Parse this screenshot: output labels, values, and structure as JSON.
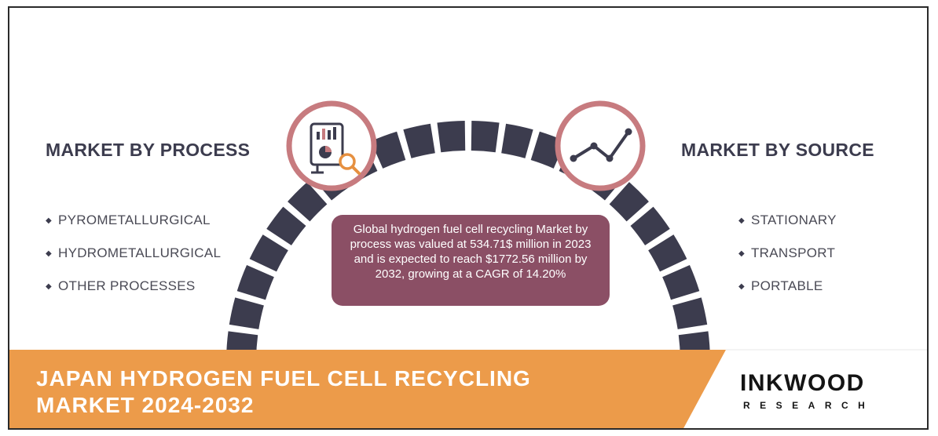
{
  "left_panel": {
    "heading": "MARKET BY PROCESS",
    "items": [
      "PYROMETALLURGICAL",
      "HYDROMETALLURGICAL",
      "OTHER PROCESSES"
    ]
  },
  "right_panel": {
    "heading": "MARKET BY SOURCE",
    "items": [
      "STATIONARY",
      "TRANSPORT",
      "PORTABLE"
    ]
  },
  "info_box": {
    "text": "Global hydrogen fuel cell recycling Market by process was valued at 534.71$ million in 2023 and is expected to reach $1772.56 million by 2032, growing at a CAGR of 14.20%"
  },
  "banner": {
    "title_line1": "JAPAN HYDROGEN FUEL CELL RECYCLING",
    "title_line2": "MARKET 2024-2032"
  },
  "logo": {
    "name": "INKWOOD",
    "subtitle": "RESEARCH"
  },
  "icons": {
    "left": "analytics-report-icon",
    "right": "line-chart-icon"
  },
  "colors": {
    "heading": "#3c3c4e",
    "arc_segment": "#3c3c4e",
    "icon_ring": "#c77b7f",
    "info_box": "#8b4f65",
    "banner": "#ec9b4a"
  }
}
